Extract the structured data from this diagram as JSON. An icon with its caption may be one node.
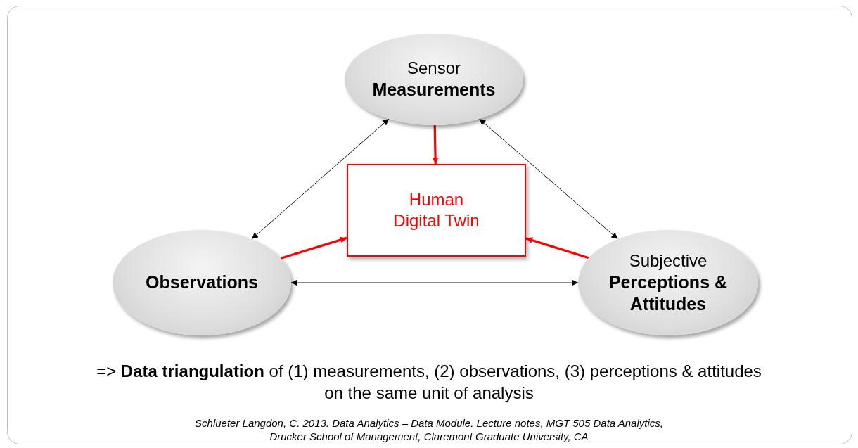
{
  "diagram": {
    "nodes": [
      {
        "text": [
          "Sensor **Measurements**"
        ]
      },
      {
        "text": [
          "Human Digital Twin"
        ]
      },
      {
        "text": [
          "**Observations**"
        ]
      },
      {
        "text": [
          "Subjective **Perceptions & Attitudes**"
        ]
      }
    ],
    "edges": [
      {
        "from": 0,
        "to": 2,
        "arrow": "both"
      },
      {
        "from": 0,
        "to": 3,
        "arrow": "both"
      },
      {
        "from": 2,
        "to": 3,
        "arrow": "both"
      },
      {
        "from": 0,
        "to": 1,
        "arrow": "to",
        "style": "thick",
        "color": "#ff0000"
      },
      {
        "from": 2,
        "to": 1,
        "arrow": "to",
        "style": "thick",
        "color": "#ff0000"
      },
      {
        "from": 3,
        "to": 1,
        "arrow": "to",
        "style": "thick",
        "color": "#ff0000"
      }
    ],
    "labels": [
      "=> **Data triangulation** of (1) measurements, (2) observations, (3) perceptions & attitudes on the same unit of analysis",
      "Schlueter Langdon, C. 2013. Data Analytics – Data Module. Lecture notes, MGT 505 Data Analytics, Drucker School of Management, Claremont Graduate University, CA"
    ]
  }
}
